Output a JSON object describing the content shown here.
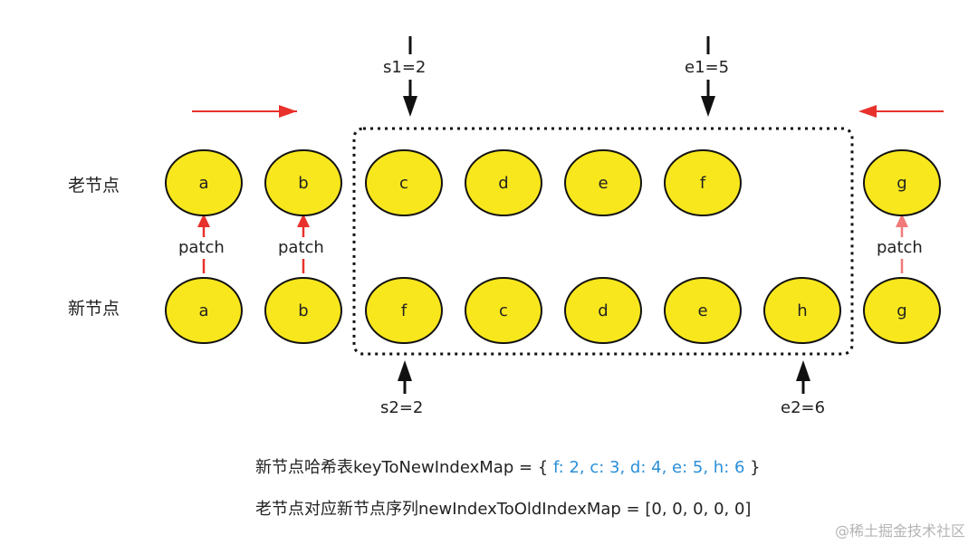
{
  "labels": {
    "old_row": "老节点",
    "new_row": "新节点",
    "patch": "patch"
  },
  "old_nodes": [
    "a",
    "b",
    "c",
    "d",
    "e",
    "f",
    "g"
  ],
  "new_nodes": [
    "a",
    "b",
    "f",
    "c",
    "d",
    "e",
    "h",
    "g"
  ],
  "pointers": {
    "s1": "s1=2",
    "e1": "e1=5",
    "s2": "s2=2",
    "e2": "e2=6"
  },
  "key_map": {
    "prefix": "新节点哈希表keyToNewIndexMap = {",
    "values": " f: 2, c: 3, d: 4, e: 5, h: 6",
    "suffix": " }"
  },
  "index_map": {
    "text": "老节点对应新节点序列newIndexToOldIndexMap = [0, 0, 0, 0, 0]"
  },
  "watermark": "@稀土掘金技术社区",
  "colors": {
    "node_fill": "#f8e71c",
    "node_stroke": "#111111",
    "arrow_red": "#e8312c",
    "arrow_pink": "#f07a7a",
    "map_blue": "#2b8fd8"
  }
}
